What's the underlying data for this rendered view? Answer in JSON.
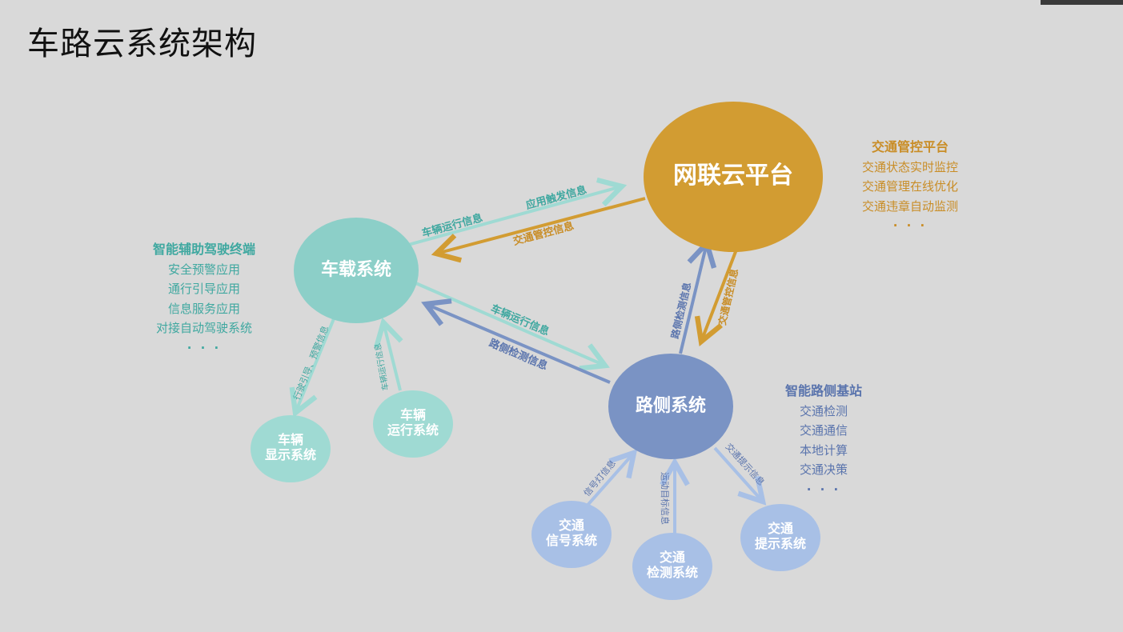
{
  "title": "车路云系统架构",
  "nodes": {
    "cloud": "网联云平台",
    "vehicle": "车载系统",
    "roadside": "路侧系统",
    "vehicle_display": [
      "车辆",
      "显示系统"
    ],
    "vehicle_running": [
      "车辆",
      "运行系统"
    ],
    "traffic_signal": [
      "交通",
      "信号系统"
    ],
    "traffic_detect": [
      "交通",
      "检测系统"
    ],
    "traffic_prompt": [
      "交通",
      "提示系统"
    ]
  },
  "lists": {
    "cloud": {
      "head": "交通管控平台",
      "items": [
        "交通状态实时监控",
        "交通管理在线优化",
        "交通违章自动监测"
      ],
      "more": "· · ·"
    },
    "vehicle": {
      "head": "智能辅助驾驶终端",
      "items": [
        "安全预警应用",
        "通行引导应用",
        "信息服务应用",
        "对接自动驾驶系统"
      ],
      "more": "· · ·"
    },
    "roadside": {
      "head": "智能路侧基站",
      "items": [
        "交通检测",
        "交通通信",
        "本地计算",
        "交通决策"
      ],
      "more": "· · ·"
    }
  },
  "edges": {
    "veh_to_cloud_a": "车辆运行信息",
    "veh_to_cloud_b": "应用触发信息",
    "cloud_to_veh": "交通管控信息",
    "veh_to_road": "车辆运行信息",
    "road_to_veh": "路侧检测信息",
    "road_to_cloud": "路侧检测信息",
    "cloud_to_road": "交通管控信息",
    "veh_to_display": "行驶引导、预警信息",
    "running_to_veh": "车辆运行信息",
    "signal_to_road": "信号灯信息",
    "detect_to_road": "运动目标信息",
    "road_to_prompt": "交通提示信息"
  },
  "colors": {
    "background": "#d9d9d9",
    "cloud": "#d29c32",
    "vehicle": "#8ccfc8",
    "roadside": "#7a93c4",
    "leaf_teal": "#9fdad3",
    "leaf_blue": "#a8c0e6",
    "text_teal": "#3fa8a0",
    "text_orange": "#c98d26",
    "text_blue": "#5a74ad"
  }
}
